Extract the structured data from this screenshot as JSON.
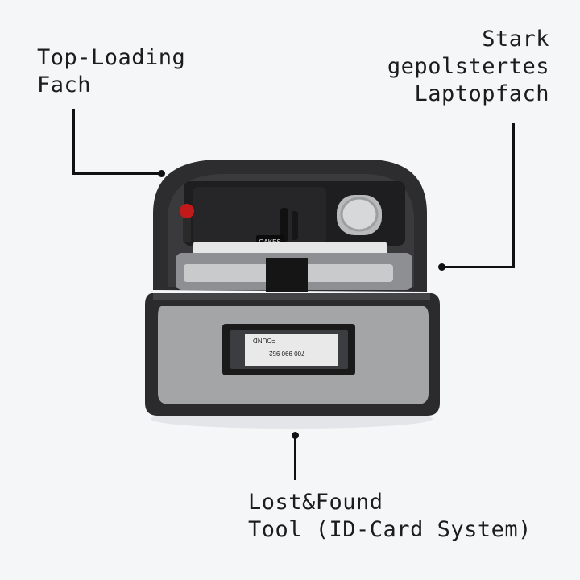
{
  "callouts": {
    "top_loading": "Top-Loading\nFach",
    "laptop": "Stark\ngepolstertes\nLaptopfach",
    "lost_found": "Lost&Found\nTool (ID-Card System)"
  },
  "product": {
    "brand_tag": "OAKES",
    "id_card_text": [
      "FOUND",
      "700 990 952"
    ]
  },
  "colors": {
    "background": "#f5f6f8",
    "bag_outer": "#2b2b2d",
    "lining": "#9a9a9c",
    "laptop": "#c9cacc",
    "accent_red": "#c21a1a"
  }
}
